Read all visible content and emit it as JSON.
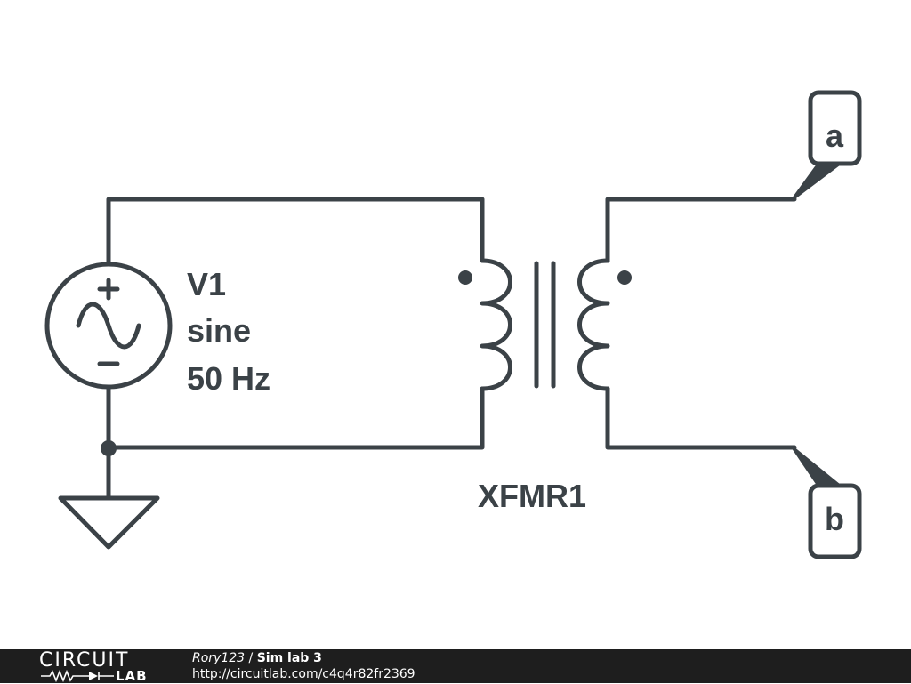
{
  "source": {
    "name": "V1",
    "type": "sine",
    "frequency": "50 Hz",
    "plus": "+",
    "minus": "−"
  },
  "transformer": {
    "name": "XFMR1"
  },
  "terminals": {
    "a": "a",
    "b": "b"
  },
  "footer": {
    "logo_top": "CIRCUIT",
    "logo_bottom": "LAB",
    "author": "Rory123",
    "separator": " / ",
    "title": "Sim lab 3",
    "url": "http://circuitlab.com/c4q4r82fr2369"
  },
  "colors": {
    "ink": "#3b4247",
    "footer_bg": "#1e1e1e"
  }
}
